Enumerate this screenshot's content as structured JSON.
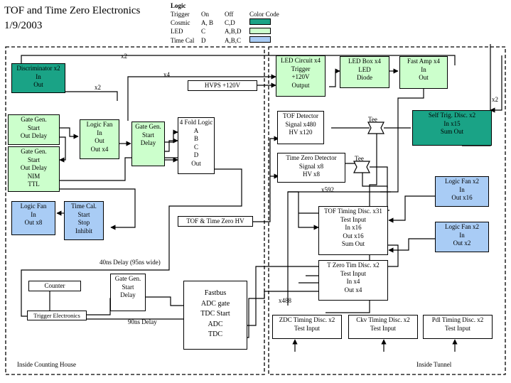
{
  "header": {
    "title": "TOF and Time Zero Electronics",
    "date": "1/9/2003"
  },
  "legend": {
    "title": "Logic",
    "headers": [
      "Trigger",
      "On",
      "Off",
      "Color Code"
    ],
    "rows": [
      {
        "name": "Cosmic",
        "on": "A, B",
        "off": "C,D",
        "color": "#1aa386"
      },
      {
        "name": "LED",
        "on": "C",
        "off": "A,B,D",
        "color": "#ccffcc"
      },
      {
        "name": "Time Cal",
        "on": "D",
        "off": "A,B,C",
        "color": "#a9ccf5"
      }
    ]
  },
  "regions": {
    "left": "Inside Counting House",
    "right": "Inside Tunnel"
  },
  "blocks": {
    "discriminator": {
      "lines": [
        "Discriminator x2",
        "In",
        "Out"
      ]
    },
    "gate_gen_1": {
      "lines": [
        "Gate Gen.",
        "Start",
        "Out Delay"
      ]
    },
    "gate_gen_2": {
      "lines": [
        "Gate Gen.",
        "Start",
        "Out Delay",
        "NIM",
        "TTL"
      ]
    },
    "logic_fan_center": {
      "lines": [
        "Logic Fan",
        "In",
        "Out",
        "Out x4"
      ]
    },
    "gate_gen_3": {
      "lines": [
        "Gate Gen.",
        "Start",
        "Delay"
      ]
    },
    "four_fold": {
      "lines": [
        "4 Fold Logic",
        "A",
        "B",
        "C",
        "D",
        "Out"
      ]
    },
    "logic_fan_left": {
      "lines": [
        "Logic Fan",
        "In",
        "Out x8"
      ]
    },
    "time_cal": {
      "lines": [
        "Time Cal.",
        "Start",
        "Stop",
        "Inhibit"
      ]
    },
    "hvps": {
      "lines": [
        "HVPS +120V"
      ]
    },
    "led_circuit": {
      "lines": [
        "LED Circuit x4",
        "Trigger",
        "+120V",
        "Output"
      ]
    },
    "led_box": {
      "lines": [
        "LED Box  x4",
        "LED",
        "Diode"
      ]
    },
    "fast_amp": {
      "lines": [
        "Fast Amp x4",
        "In",
        "Out"
      ]
    },
    "tof_detector": {
      "lines": [
        "TOF Detector",
        "Signal x480",
        "HV x120"
      ]
    },
    "time_zero_detector": {
      "lines": [
        "Time Zero Detector",
        "Signal x8",
        "HV x8"
      ]
    },
    "self_trig": {
      "lines": [
        "Self Trig. Disc. x2",
        "In x15",
        "Sum Out"
      ]
    },
    "logic_fan_x16": {
      "lines": [
        "Logic Fan x2",
        "In",
        "Out x16"
      ]
    },
    "logic_fan_x2": {
      "lines": [
        "Logic Fan x2",
        "In",
        "Out x2"
      ]
    },
    "tof_timing": {
      "lines": [
        "TOF Timing Disc. x31",
        "Test Input",
        "In x16",
        "Out x16",
        "Sum Out"
      ]
    },
    "tzero_timing": {
      "lines": [
        "T Zero Tim Disc. x2",
        "Test Input",
        "In x4",
        "Out x4"
      ]
    },
    "tof_hv": {
      "lines": [
        "TOF & Time Zero HV"
      ]
    },
    "counter": {
      "lines": [
        "Counter"
      ]
    },
    "trigger_electronics": {
      "lines": [
        "Trigger Electronics"
      ]
    },
    "gate_gen_4": {
      "lines": [
        "Gate Gen.",
        "Start",
        "Delay"
      ]
    },
    "fastbus": {
      "lines": [
        "Fastbus",
        "ADC gate",
        "TDC Start",
        "ADC",
        "TDC"
      ]
    },
    "zdc_timing": {
      "lines": [
        "ZDC Timing Disc. x2",
        "Test Input"
      ]
    },
    "ckv_timing": {
      "lines": [
        "Ckv Timing Disc. x2",
        "Test Input"
      ]
    },
    "pdl_timing": {
      "lines": [
        "Pdl Timing Disc. x2",
        "Test Input"
      ]
    }
  },
  "annotations": {
    "x2_top": "x2",
    "x4_led": "x4",
    "x2_disc": "x2",
    "x2_right": "x2",
    "tee_1": "Tee",
    "tee_2": "Tee",
    "x592": "x592",
    "x488": "x488",
    "delay_40ns": "40ns Delay (95ns wide)",
    "delay_90ns": "90ns Delay"
  }
}
